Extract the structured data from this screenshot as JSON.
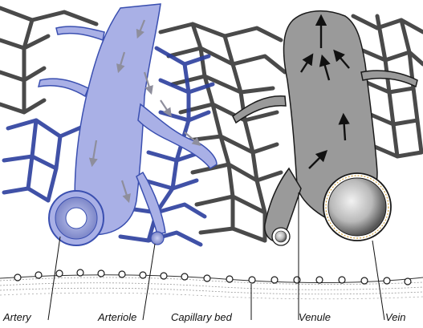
{
  "labels": {
    "artery": "Artery",
    "arteriole": "Arteriole",
    "capillary_bed": "Capillary bed",
    "venule": "Venule",
    "vein": "Vein"
  },
  "colors": {
    "arterial_fill": "#a9b0e6",
    "arterial_stroke": "#3a4fb0",
    "venous_fill": "#9a9a9a",
    "venous_stroke": "#1a1a1a",
    "arrow_arterial": "#8e8e9c",
    "arrow_venous": "#111111"
  },
  "icons": {
    "flow_arrow": "arrow-icon"
  }
}
